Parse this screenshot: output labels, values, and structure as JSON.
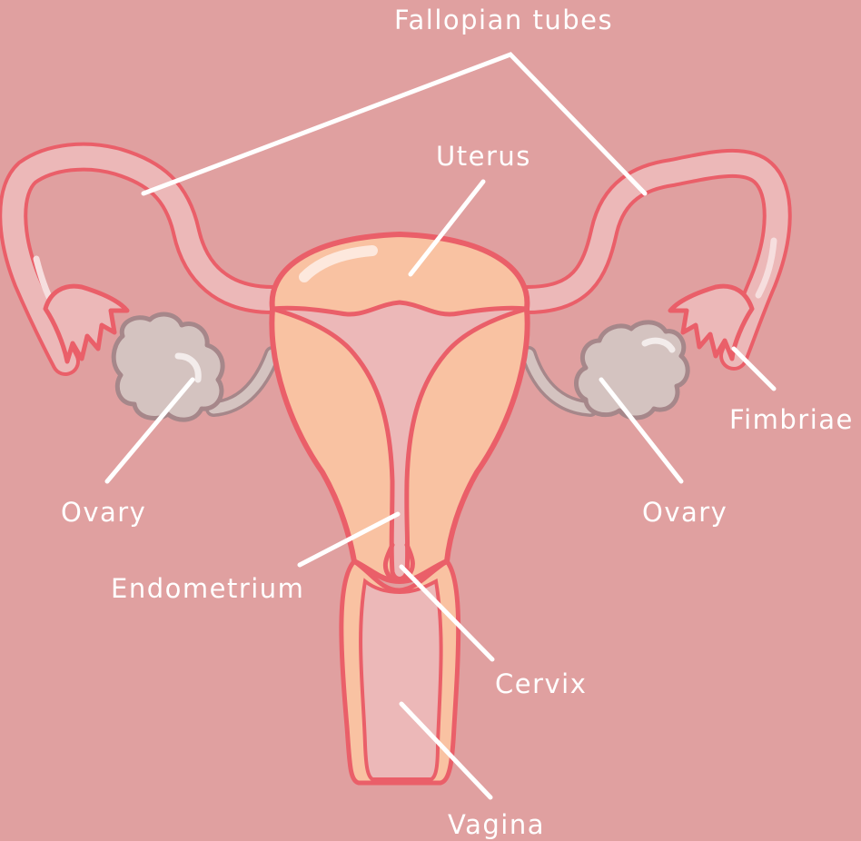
{
  "labels": {
    "fallopian_tubes": "Fallopian tubes",
    "uterus": "Uterus",
    "fimbriae": "Fimbriae",
    "ovary_left": "Ovary",
    "ovary_right": "Ovary",
    "endometrium": "Endometrium",
    "cervix": "Cervix",
    "vagina": "Vagina"
  },
  "colors": {
    "background": "#e0a0a0",
    "outline": "#ea5f69",
    "tissue_fill": "#f9c2a2",
    "tube_fill": "#ecb8b8",
    "ovary_fill": "#d4c3c0",
    "ovary_outline": "#a6878a",
    "label_text": "#ffffff"
  }
}
